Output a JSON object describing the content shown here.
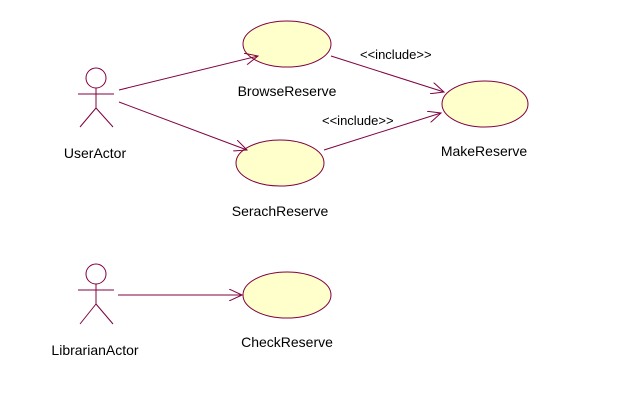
{
  "colors": {
    "line": "#800040",
    "usecase_fill": "#ffffcc",
    "text": "#000000",
    "background": "#ffffff"
  },
  "actors": {
    "user": {
      "name": "UserActor"
    },
    "librarian": {
      "name": "LibrarianActor"
    }
  },
  "use_cases": {
    "browse": {
      "name": "BrowseReserve"
    },
    "search": {
      "name": "SerachReserve"
    },
    "make": {
      "name": "MakeReserve"
    },
    "check": {
      "name": "CheckReserve"
    }
  },
  "relations": {
    "browse_make": {
      "stereotype": "<<include>>"
    },
    "search_make": {
      "stereotype": "<<include>>"
    }
  }
}
